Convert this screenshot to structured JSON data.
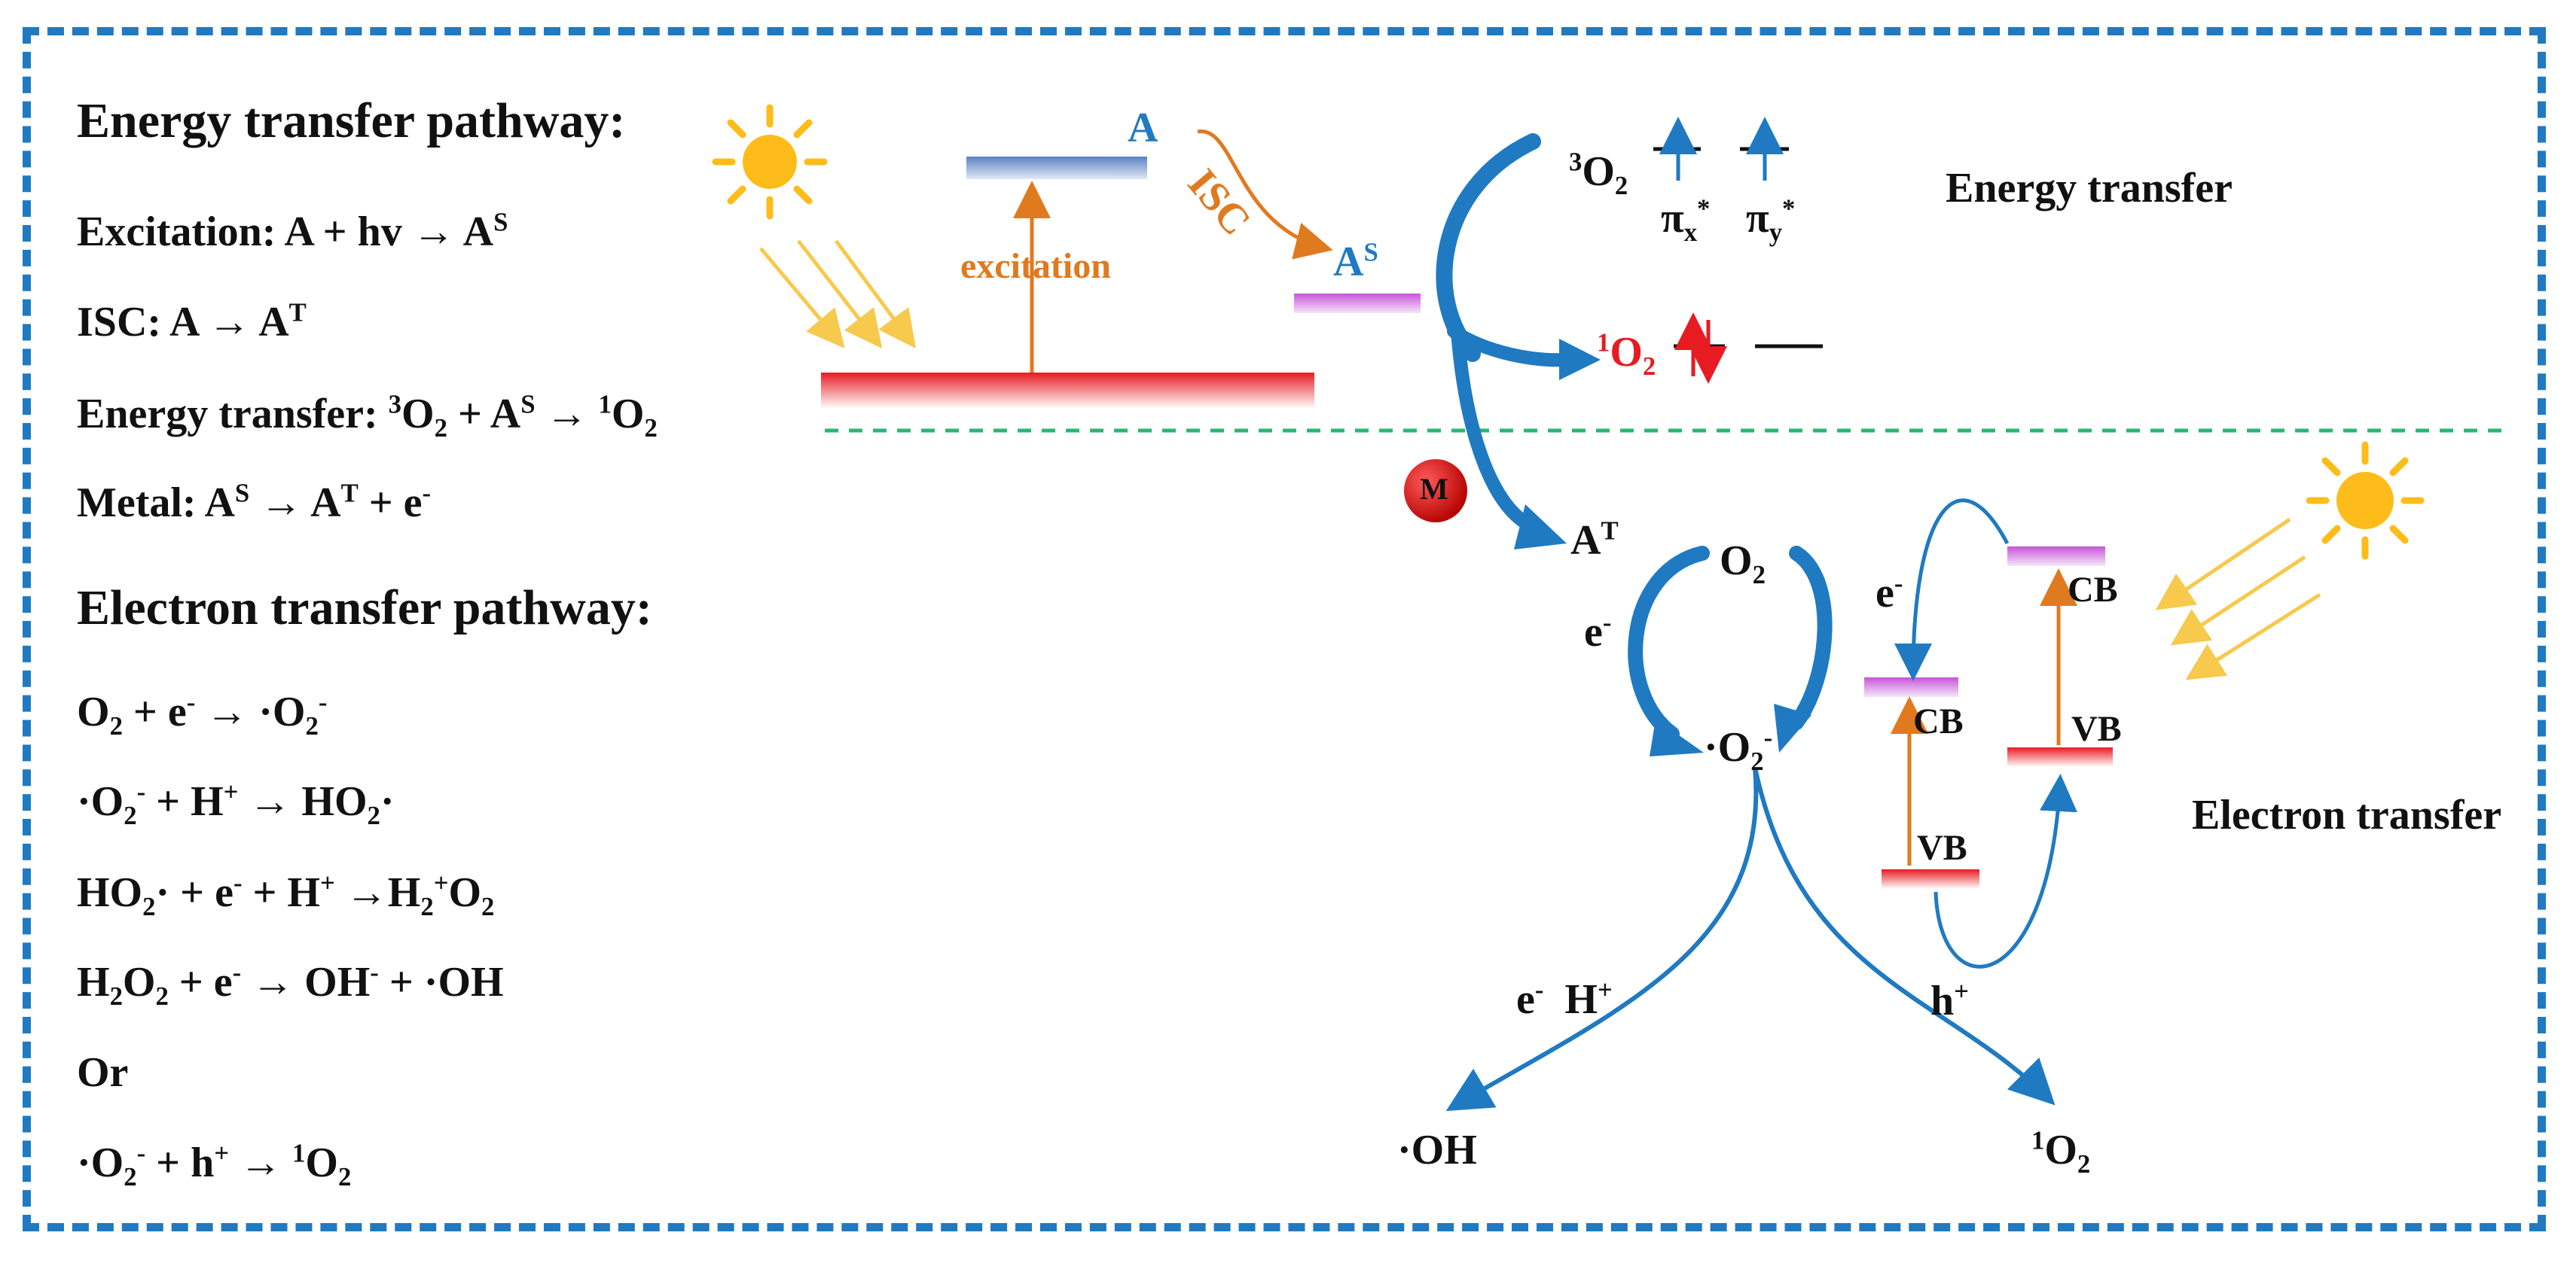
{
  "colors": {
    "frame": "#1f7ac2",
    "arrow_blue": "#1f7ac2",
    "orange": "#e07a1f",
    "red": "#e81a22",
    "violet": "#c655d6",
    "steel_blue": "#5c82c2",
    "sun": "#fdbc1a",
    "separator": "#2bb673"
  },
  "icons": [
    "sun-icon",
    "metal-m-icon"
  ],
  "energy_pathway": {
    "title": "Energy transfer pathway:",
    "excitation": {
      "prefix": "Excitation: A + hv → A",
      "sup": "S"
    },
    "isc": {
      "prefix": "ISC: A → A",
      "sup": "T"
    },
    "energy": {
      "a": "Energy transfer: ",
      "sup1": "3",
      "b": "O",
      "sub1": "2",
      "c": " + A",
      "sup2": "S",
      "d": " → ",
      "sup3": "1",
      "e": "O",
      "sub2": "2"
    },
    "metal": {
      "a": "Metal: A",
      "sup1": "S",
      "b": " → A",
      "sup2": "T",
      "c": " + e",
      "sup3": "-"
    }
  },
  "electron_pathway": {
    "title": "Electron transfer pathway:",
    "eq1": {
      "a": "O",
      "s1": "2",
      "b": " + e",
      "s2": "-",
      "c": " → ·O",
      "s3": "2",
      "s4": "-"
    },
    "eq2": {
      "a": "·O",
      "s1": "2",
      "s2": "-",
      "b": " + H",
      "s3": "+",
      "c": " → HO",
      "s4": "2",
      "d": "·"
    },
    "eq3": {
      "a": "HO",
      "s1": "2",
      "b": "· + e",
      "s2": "-",
      "c": " + H",
      "s3": "+",
      "d": " →H",
      "s4": "2",
      "s5": "+",
      "e": "O",
      "s6": "2"
    },
    "eq4": {
      "a": "H",
      "s1": "2",
      "b": "O",
      "s2": "2",
      "c": " + e",
      "s3": "-",
      "d": " → OH",
      "s4": "-",
      "e": " + ·OH"
    },
    "or": "Or",
    "eq5": {
      "a": "·O",
      "s1": "2",
      "s2": "-",
      "b": " + h",
      "s3": "+",
      "c": " → ",
      "s4": "1",
      "d": "O",
      "s5": "2"
    }
  },
  "diagram": {
    "a": "A",
    "isc": "ISC",
    "excitation": "excitation",
    "as": {
      "base": "A",
      "sup": "S"
    },
    "at": {
      "base": "A",
      "sup": "T"
    },
    "o2_triplet": {
      "sup": "3",
      "base": "O",
      "sub": "2"
    },
    "pi_x": {
      "base": "π",
      "sub": "x",
      "sup": "*"
    },
    "pi_y": {
      "base": "π",
      "sub": "y",
      "sup": "*"
    },
    "o2_singlet": {
      "sup": "1",
      "base": "O",
      "sub": "2"
    },
    "energy_transfer": "Energy transfer",
    "metal": "M",
    "o2": {
      "base": "O",
      "sub": "2"
    },
    "e_left": {
      "base": "e",
      "sup": "-"
    },
    "e_right": {
      "base": "e",
      "sup": "-"
    },
    "superoxide": {
      "base": "·O",
      "sub": "2",
      "sup": "-"
    },
    "cb1": "CB",
    "vb1": "VB",
    "cb2": "CB",
    "vb2": "VB",
    "electron_transfer": "Electron transfer",
    "e_h": {
      "e": "e",
      "esup": "-",
      "h": "H",
      "hsup": "+"
    },
    "h_plus": {
      "base": "h",
      "sup": "+"
    },
    "oh": "·OH",
    "o2_singlet_bottom": {
      "sup": "1",
      "base": "O",
      "sub": "2"
    }
  }
}
